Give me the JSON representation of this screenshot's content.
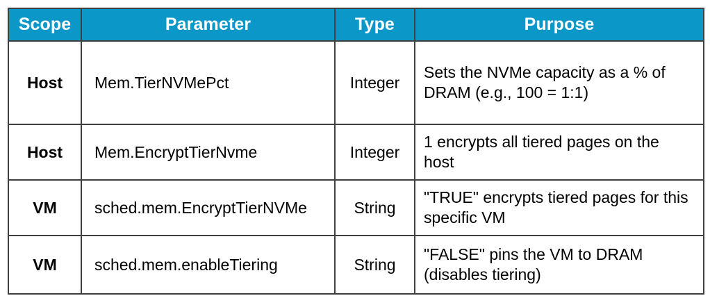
{
  "table": {
    "columns": [
      {
        "key": "scope",
        "label": "Scope"
      },
      {
        "key": "parameter",
        "label": "Parameter"
      },
      {
        "key": "type",
        "label": "Type"
      },
      {
        "key": "purpose",
        "label": "Purpose"
      }
    ],
    "header_background": "#0c97c9",
    "header_text_color": "#ffffff",
    "border_color": "#3f3f3f",
    "rows": [
      {
        "scope": "Host",
        "parameter": "Mem.TierNVMePct",
        "type": "Integer",
        "purpose": "Sets the NVMe capacity as a % of DRAM (e.g., 100 = 1:1)"
      },
      {
        "scope": "Host",
        "parameter": "Mem.EncryptTierNvme",
        "type": "Integer",
        "purpose": "1 encrypts all tiered pages on the host"
      },
      {
        "scope": "VM",
        "parameter": "sched.mem.EncryptTierNVMe",
        "type": "String",
        "purpose": "\"TRUE\" encrypts tiered pages for this specific VM"
      },
      {
        "scope": "VM",
        "parameter": "sched.mem.enableTiering",
        "type": "String",
        "purpose": "\"FALSE\" pins the VM to DRAM (disables tiering)"
      }
    ]
  }
}
